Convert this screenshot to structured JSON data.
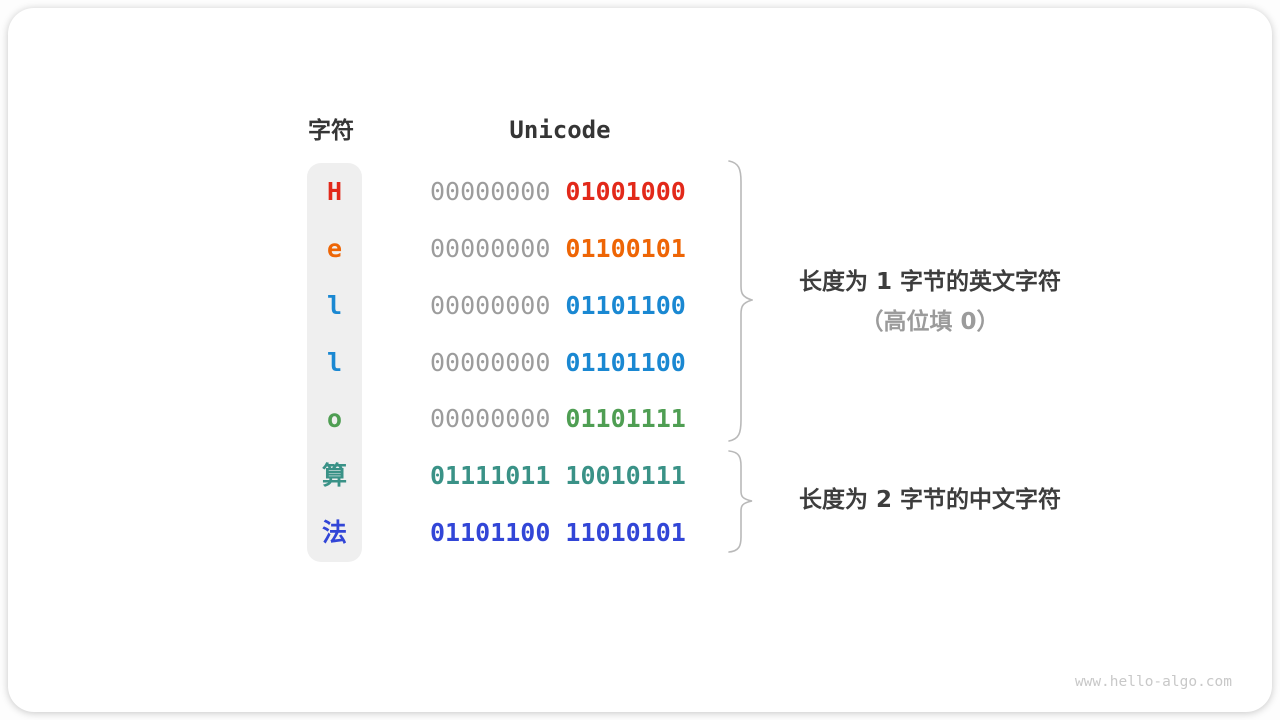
{
  "page": {
    "watermark": "www.hello-algo.com"
  },
  "table": {
    "headers": {
      "char": "字符",
      "unicode": "Unicode"
    },
    "colors": {
      "zero_pad": "#9c9c9c"
    },
    "rows": [
      {
        "char": "H",
        "color": "#e2291a",
        "byte1": "00000000",
        "byte2": "01001000",
        "pad": true
      },
      {
        "char": "e",
        "color": "#ee6505",
        "byte1": "00000000",
        "byte2": "01100101",
        "pad": true
      },
      {
        "char": "l",
        "color": "#1a88d2",
        "byte1": "00000000",
        "byte2": "01101100",
        "pad": true
      },
      {
        "char": "l",
        "color": "#1a88d2",
        "byte1": "00000000",
        "byte2": "01101100",
        "pad": true
      },
      {
        "char": "o",
        "color": "#4f9e53",
        "byte1": "00000000",
        "byte2": "01101111",
        "pad": true
      },
      {
        "char": "算",
        "color": "#3a9287",
        "byte1": "01111011",
        "byte2": "10010111",
        "pad": false
      },
      {
        "char": "法",
        "color": "#3246d7",
        "byte1": "01101100",
        "byte2": "11010101",
        "pad": false
      }
    ]
  },
  "annotations": {
    "group1": {
      "line1": "长度为 1 字节的英文字符",
      "line2": "（高位填 0）"
    },
    "group2": {
      "line1": "长度为 2 字节的中文字符"
    }
  }
}
